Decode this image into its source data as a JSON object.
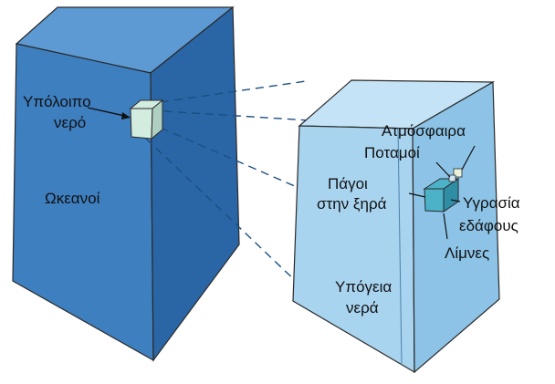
{
  "labels": {
    "remaining_water_1": "Υπόλοιπο",
    "remaining_water_2": "νερό",
    "oceans": "Ωκεανοί",
    "atmosphere": "Ατμόσφαιρα",
    "rivers": "Ποταμοί",
    "ice_1": "Πάγοι",
    "ice_2": "στην ξηρά",
    "soil_moisture_1": "Υγρασία",
    "soil_moisture_2": "εδάφους",
    "lakes": "Λίμνες",
    "groundwater_1": "Υπόγεια",
    "groundwater_2": "νερά"
  },
  "colors": {
    "large_cube_front": "#3e7fc0",
    "large_cube_top": "#5d9ad3",
    "large_cube_side": "#2a66a6",
    "medium_cube_front": "#a9d4f0",
    "medium_cube_top": "#c4e3f6",
    "medium_cube_side": "#8cc3e6",
    "small_cube": "#d2ecdf",
    "small_cube_side": "#aecfc2",
    "soil_cube": "#4cb2c8",
    "soil_cube_side": "#2f8ea6",
    "outline": "#2a2a2a",
    "connector": "#1c4f80"
  }
}
